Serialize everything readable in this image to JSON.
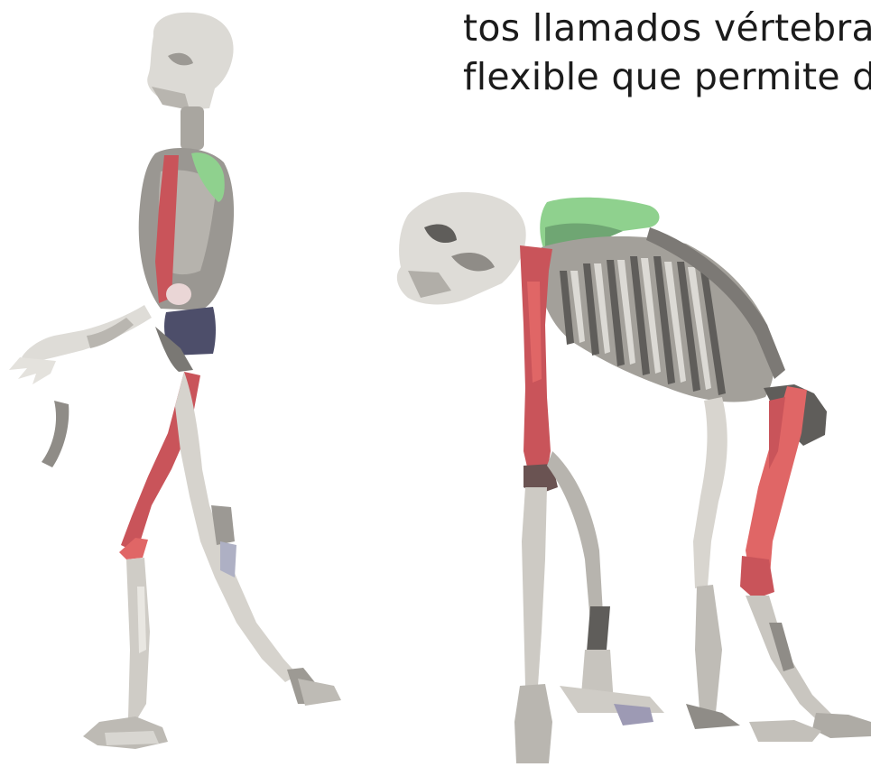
{
  "text": {
    "lines": [
      "tos llamados vértebras.",
      "flexible que permite da"
    ]
  },
  "illustration": {
    "subjects": [
      "human skeleton walking upright",
      "ape skeleton quadrupedal"
    ],
    "colors": {
      "bone": "#c9c6c0",
      "bone_light": "#e6e4df",
      "bone_dark": "#8f8c87",
      "spine_red": "#c9545a",
      "leg_red": "#e06666",
      "scapula_green": "#8fd18e",
      "pelvis_navy": "#4d4e6a"
    }
  }
}
